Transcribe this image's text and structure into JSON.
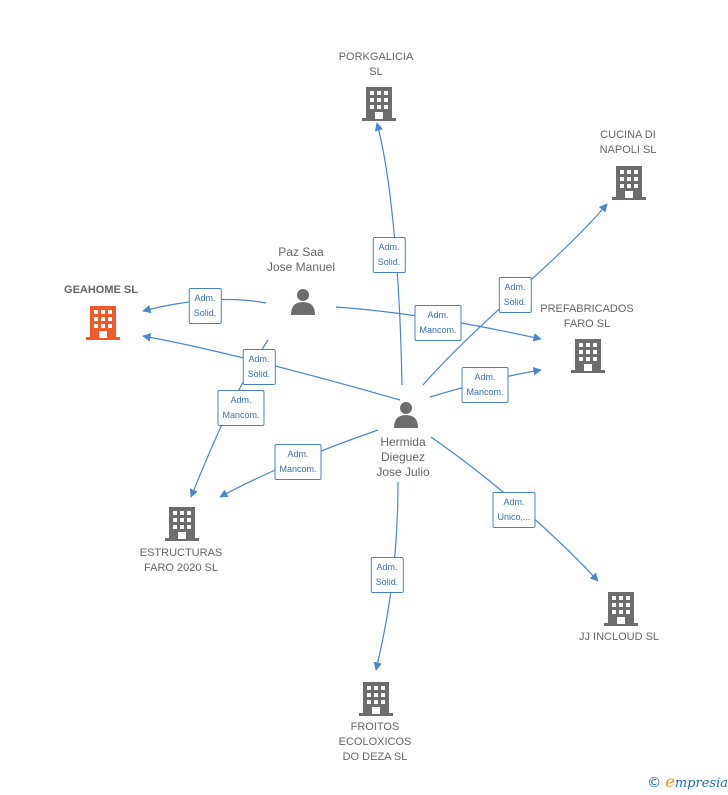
{
  "colors": {
    "edge": "#4a86d0",
    "building": "#6d6d6d",
    "focus_building": "#f05a28",
    "person": "#6d6d6d"
  },
  "persons": [
    {
      "id": "paz",
      "line1": "Paz Saa",
      "line2": "Jose Manuel"
    },
    {
      "id": "hermida",
      "line1": "Hermida",
      "line2": "Dieguez",
      "line3": "Jose Julio"
    }
  ],
  "companies": [
    {
      "id": "geahome",
      "line1": "GEAHOME  SL",
      "focus": true
    },
    {
      "id": "porkgalicia",
      "line1": "PORKGALICIA",
      "line2": "SL"
    },
    {
      "id": "cucina",
      "line1": "CUCINA DI",
      "line2": "NAPOLI  SL"
    },
    {
      "id": "prefabricados",
      "line1": "PREFABRICADOS",
      "line2": "FARO SL"
    },
    {
      "id": "estructuras",
      "line1": "ESTRUCTURAS",
      "line2": "FARO 2020 SL"
    },
    {
      "id": "jj",
      "line1": "JJ INCLOUD  SL"
    },
    {
      "id": "froitos",
      "line1": "FROITOS",
      "line2": "ECOLOXICOS",
      "line3": "DO DEZA  SL"
    }
  ],
  "edges": [
    {
      "id": "e1",
      "from": "paz",
      "to": "geahome",
      "l1": "Adm.",
      "l2": "Solid."
    },
    {
      "id": "e2",
      "from": "paz",
      "to": "estructuras",
      "l1": "Adm.",
      "l2": "Mancom."
    },
    {
      "id": "e3",
      "from": "paz",
      "to": "prefabricados",
      "l1": "Adm.",
      "l2": "Mancom."
    },
    {
      "id": "e4",
      "from": "hermida",
      "to": "geahome",
      "l1": "Adm.",
      "l2": "Solid."
    },
    {
      "id": "e5",
      "from": "hermida",
      "to": "porkgalicia",
      "l1": "Adm.",
      "l2": "Solid."
    },
    {
      "id": "e6",
      "from": "hermida",
      "to": "cucina",
      "l1": "Adm.",
      "l2": "Solid."
    },
    {
      "id": "e7",
      "from": "hermida",
      "to": "prefabricados",
      "l1": "Adm.",
      "l2": "Mancom."
    },
    {
      "id": "e8",
      "from": "hermida",
      "to": "estructuras",
      "l1": "Adm.",
      "l2": "Mancom."
    },
    {
      "id": "e9",
      "from": "hermida",
      "to": "jj",
      "l1": "Adm.",
      "l2": "Unico,..."
    },
    {
      "id": "e10",
      "from": "hermida",
      "to": "froitos",
      "l1": "Adm.",
      "l2": "Solid."
    }
  ],
  "watermark": {
    "copyright": "©",
    "brand_first": "e",
    "brand_rest": "mpresia"
  }
}
